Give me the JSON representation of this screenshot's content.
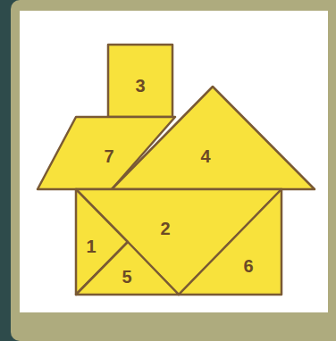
{
  "diagram": {
    "labels": [
      "3",
      "7",
      "4",
      "2",
      "1",
      "5",
      "6"
    ]
  }
}
